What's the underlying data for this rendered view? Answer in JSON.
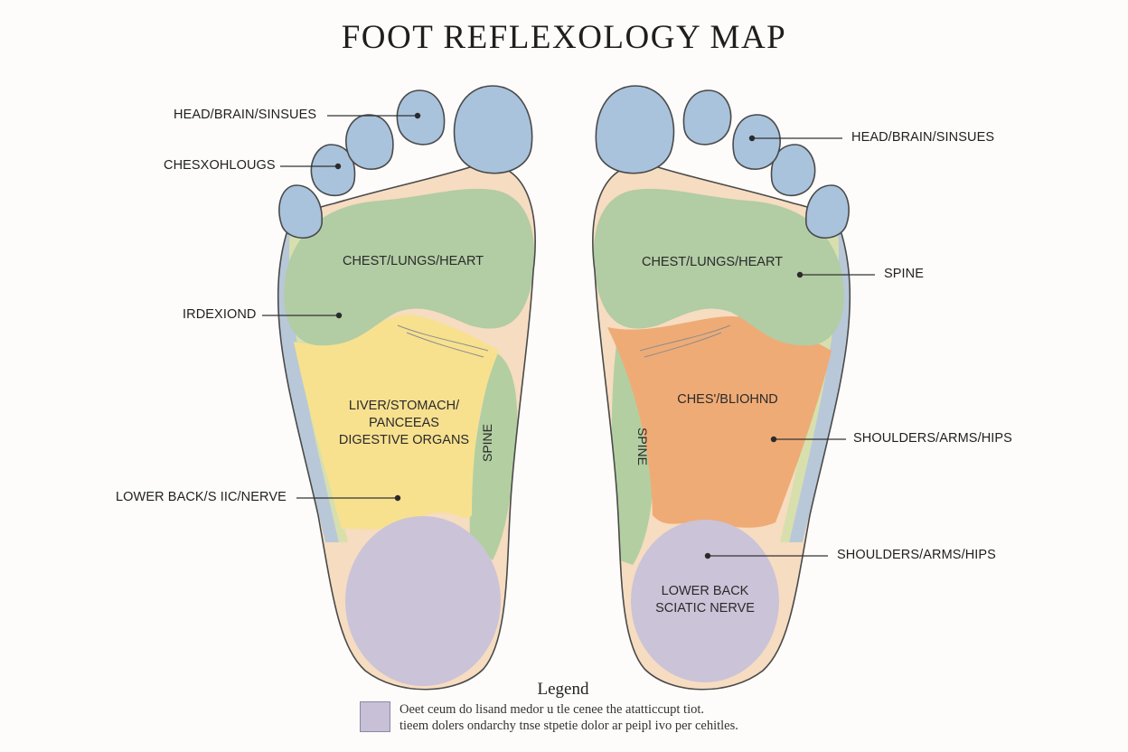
{
  "title": "FOOT REFLEXOLOGY MAP",
  "colors": {
    "toes": "#a9c3dd",
    "chest": "#b2ccA4",
    "digestive": "#f7e18f",
    "orange_zone": "#efab76",
    "heel": "#cbc3d8",
    "spine_strip": "#b3cfa1",
    "skin": "#f6dcc0",
    "outline": "#4a4a4a"
  },
  "left_foot": {
    "callouts": {
      "head": "HEAD/BRAIN/SINSUES",
      "chesx": "CHESXOHLOUGS",
      "irdexiond": "IRDEXIOND",
      "lower_back": "LOWER BACK/S IIC/NERVE"
    },
    "zones": {
      "chest": "CHEST/LUNGS/HEART",
      "digestive": [
        "LIVER/STOMACH/",
        "PANCEEAS",
        "DIGESTIVE ORGANS"
      ],
      "spine": "SPINE"
    }
  },
  "right_foot": {
    "callouts": {
      "head": "HEAD/BRAIN/SINSUES",
      "spine": "SPINE",
      "shoulders_upper": "SHOULDERS/ARMS/HIPS",
      "shoulders_lower": "SHOULDERS/ARMS/HIPS"
    },
    "zones": {
      "chest": "CHEST/LUNGS/HEART",
      "orange": "CHES'/BLIOHND",
      "spine": "SPINE",
      "heel": [
        "LOWER BACK",
        "SCIATIC NERVE"
      ]
    }
  },
  "legend": {
    "title": "Legend",
    "lines": [
      "Oeet ceum do lisand medor u tle cenee the atatticcupt tiot.",
      "tieem dolers ondarchy tnse stpetie dolor ar peipl ivo per cehitles."
    ]
  }
}
